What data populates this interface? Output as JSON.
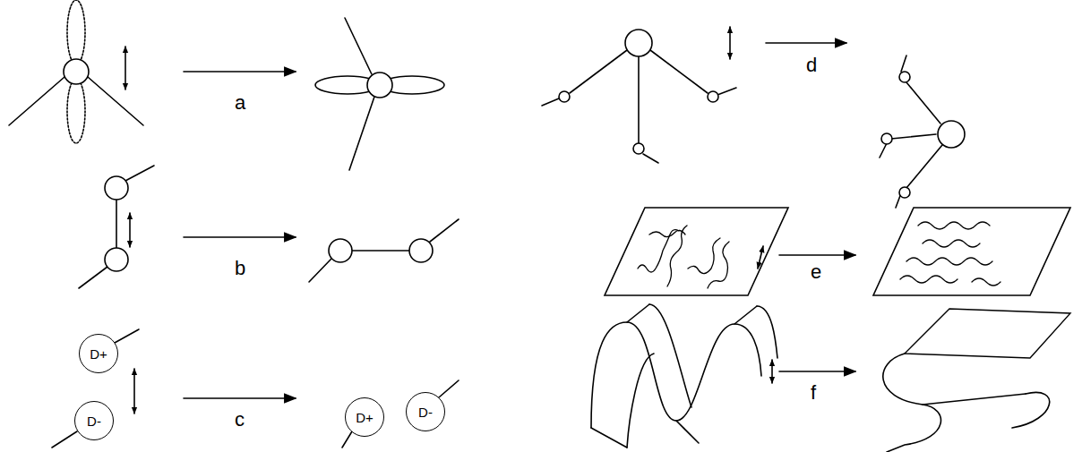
{
  "diagram": {
    "nodes": [
      {
        "text": [
          "D+"
        ]
      },
      {
        "text": [
          "D-"
        ]
      },
      {
        "text": [
          "D+"
        ]
      },
      {
        "text": [
          "D-"
        ]
      }
    ],
    "labels": [
      "a",
      "b",
      "c",
      "d",
      "e",
      "f"
    ]
  }
}
